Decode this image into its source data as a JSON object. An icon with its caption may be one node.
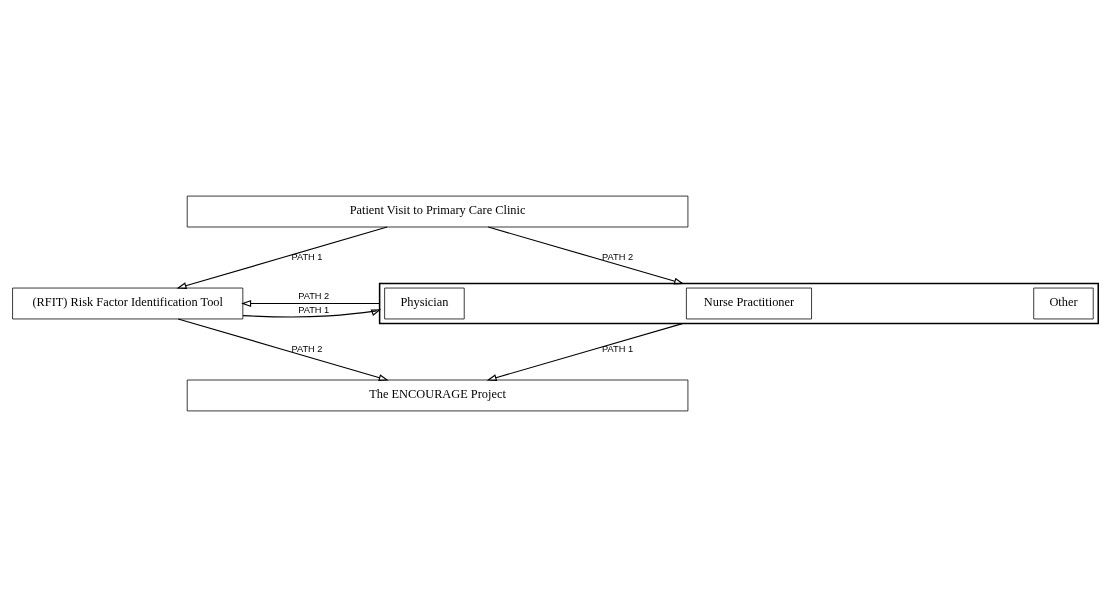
{
  "diagram": {
    "nodes": [
      {
        "text": [
          "Patient Visit to Primary Care Clinic"
        ]
      },
      {
        "text": [
          "(RFIT) Risk Factor Identification Tool"
        ]
      },
      {
        "text": [],
        "shape": "box"
      },
      {
        "text": [
          "Physician"
        ],
        "in": 2
      },
      {
        "text": [
          "Nurse Practitioner"
        ],
        "in": 2
      },
      {
        "text": [
          "Other"
        ],
        "in": 2
      },
      {
        "text": [
          "The ENCOURAGE Project"
        ]
      }
    ],
    "edges": [
      {
        "from": 0,
        "to": 1,
        "arrow": "to",
        "label": "PATH 1"
      },
      {
        "from": 0,
        "to": 2,
        "arrow": "to",
        "label": "PATH 2"
      },
      {
        "from": 2,
        "to": 1,
        "arrow": "to",
        "label": "PATH 2"
      },
      {
        "from": 1,
        "to": 2,
        "arrow": "to",
        "label": "PATH 1"
      },
      {
        "from": 1,
        "to": 6,
        "arrow": "to",
        "label": "PATH 2"
      },
      {
        "from": 2,
        "to": 6,
        "arrow": "to",
        "label": "PATH 1"
      }
    ]
  }
}
